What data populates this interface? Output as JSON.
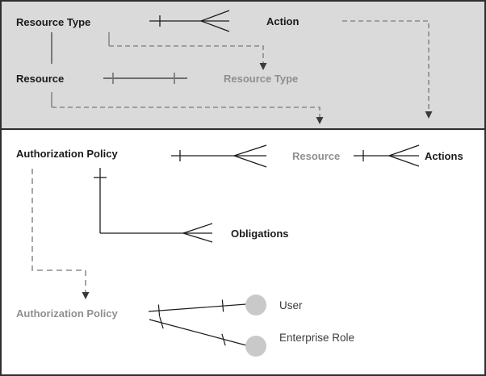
{
  "diagram": {
    "description": "Entity migration diagram: legacy gray section on top, new model below",
    "labels": {
      "resource_type_top": "Resource Type",
      "action": "Action",
      "resource_top": "Resource",
      "resource_type_ghost": "Resource Type",
      "authorization_policy": "Authorization Policy",
      "resource_ghost": "Resource",
      "actions": "Actions",
      "obligations": "Obligations",
      "authorization_policy_ghost": "Authorization Policy",
      "user": "User",
      "enterprise_role": "Enterprise Role"
    },
    "colors": {
      "legacy_band_background": "#dadada",
      "frame_border": "#2e2e2e",
      "solid_connector": "#1c1c1c",
      "gray_connector": "#4a4a4a",
      "dashed_connector": "#8a8a8a",
      "arrowhead": "#3a3a3a",
      "ghost_text": "#8f8f8f",
      "dark_text": "#1a1a1a",
      "node_circle_fill": "#c9c9c9"
    }
  }
}
